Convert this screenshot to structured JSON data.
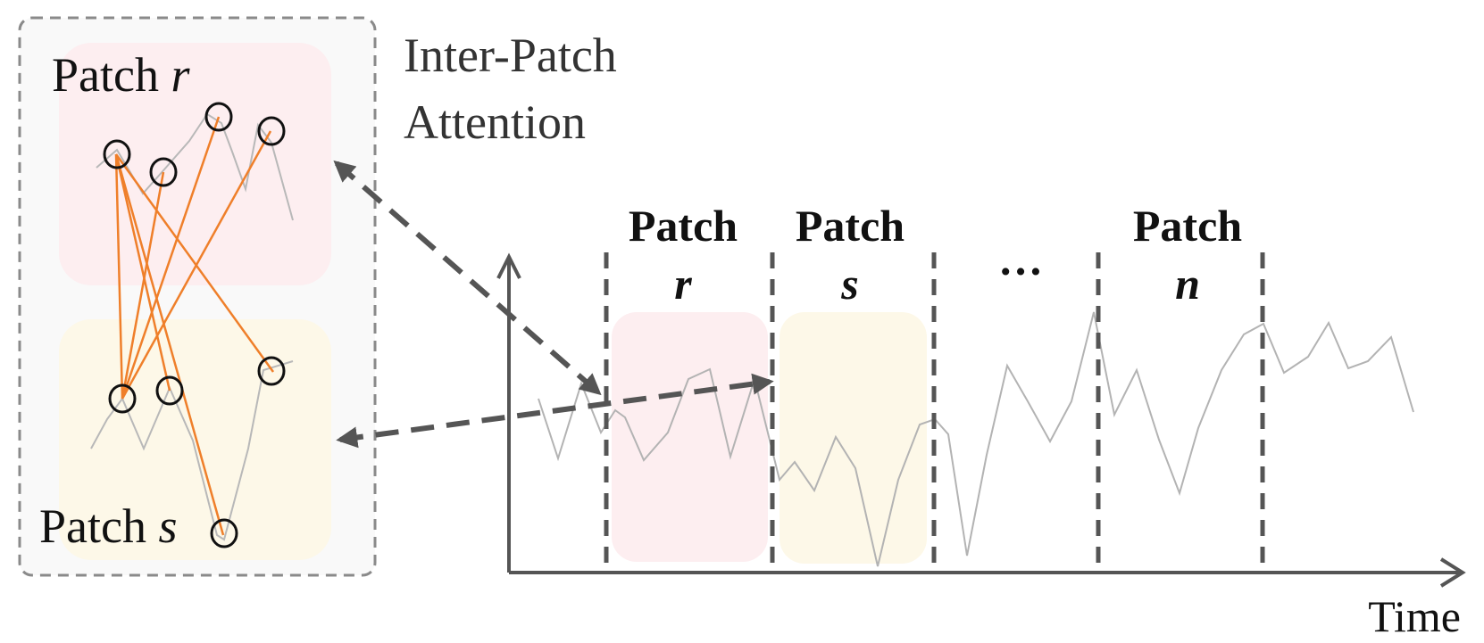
{
  "inset": {
    "title_line1": "Inter-Patch",
    "title_line2": "Attention",
    "patch_r_label": "Patch",
    "patch_r_var": "r",
    "patch_s_label": "Patch",
    "patch_s_var": "s"
  },
  "timeline": {
    "x_axis_label": "Time",
    "ellipsis": "…",
    "patches": [
      {
        "label": "Patch",
        "var": "r"
      },
      {
        "label": "Patch",
        "var": "s"
      },
      {
        "label": "Patch",
        "var": "n"
      }
    ]
  },
  "colors": {
    "patch_r_fill": "#fdeef0",
    "patch_s_fill": "#fdf8e8",
    "attention_line": "#ef7f2a",
    "arrow": "#555555",
    "series": "#b3b3b3",
    "inset_border": "#8a8a8a"
  }
}
